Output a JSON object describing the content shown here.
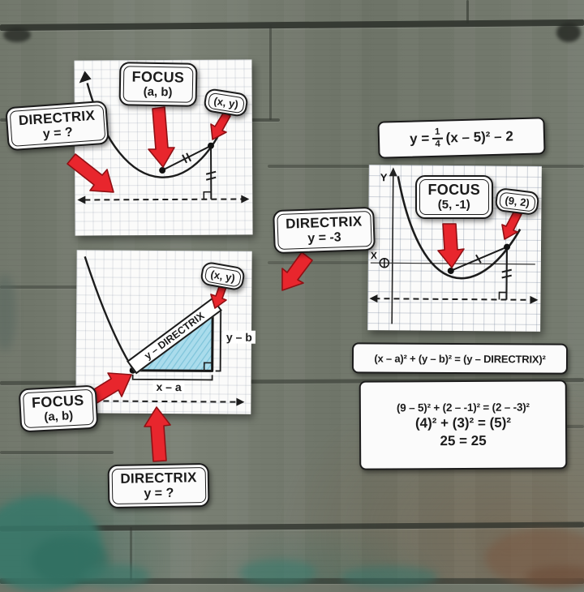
{
  "cards": {
    "focus_top": {
      "title": "FOCUS",
      "value": "(a, b)"
    },
    "point_top": {
      "label": "(x, y)"
    },
    "directrix_top": {
      "title": "DIRECTRIX",
      "value": "y = ?"
    },
    "point_bottom": {
      "label": "(x, y)"
    },
    "triangle": {
      "hypotenuse": "y – DIRECTRIX",
      "vertical": "y – b",
      "horizontal": "x – a"
    },
    "focus_bottom": {
      "title": "FOCUS",
      "value": "(a, b)"
    },
    "directrix_bottom": {
      "title": "DIRECTRIX",
      "value": "y = ?"
    },
    "vertex_equation": {
      "lhs": "y =",
      "numerator": "1",
      "denominator": "4",
      "rhs": "(x – 5)² – 2"
    },
    "focus_right": {
      "title": "FOCUS",
      "value": "(5, -1)"
    },
    "point_right": {
      "label": "(9, 2)"
    },
    "axes": {
      "y": "Y",
      "x": "X"
    },
    "directrix_right": {
      "title": "DIRECTRIX",
      "value": "y = -3"
    },
    "distance_formula": "(x – a)² + (y – b)² = (y – DIRECTRIX)²",
    "solution": {
      "step1": "(9 – 5)² + (2 – -1)² = (2 – -3)²",
      "step2": "(4)² + (3)² = (5)²",
      "step3": "25 = 25"
    }
  },
  "colors": {
    "arrow_red": "#e8262d",
    "arrow_outline": "#8f1014",
    "triangle_fill": "#aadcec",
    "triangle_hatch": "#7fc4da",
    "paper": "#fbfbfb",
    "ink": "#1b1b1b"
  }
}
